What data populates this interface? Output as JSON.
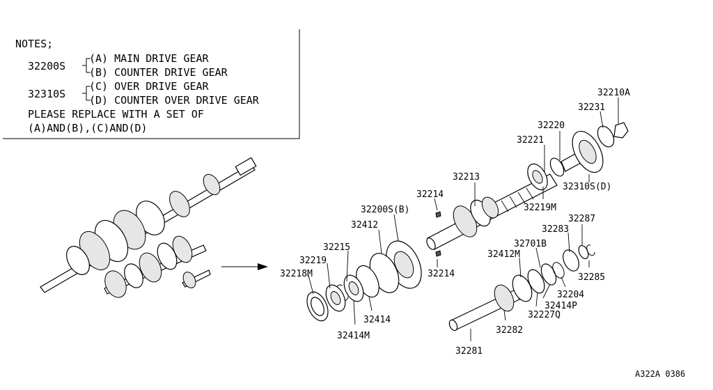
{
  "notes": {
    "heading": "NOTES;",
    "set1_code": "32200S",
    "set1_a": "(A) MAIN DRIVE GEAR",
    "set1_b": "(B) COUNTER DRIVE GEAR",
    "set2_code": "32310S",
    "set2_c": "(C) OVER DRIVE GEAR",
    "set2_d": "(D) COUNTER OVER DRIVE GEAR",
    "replace_line1": "PLEASE REPLACE WITH A SET OF",
    "replace_line2": "(A)AND(B),(C)AND(D)"
  },
  "parts": {
    "p32210A": "32210A",
    "p32231": "32231",
    "p32220": "32220",
    "p32221": "32221",
    "p32213": "32213",
    "p32310S_D": "32310S(D)",
    "p32214_top": "32214",
    "p32219M": "32219M",
    "p32200S_B": "32200S(B)",
    "p32412": "32412",
    "p32287": "32287",
    "p32283": "32283",
    "p32215": "32215",
    "p32701B": "32701B",
    "p32219": "32219",
    "p32412M": "32412M",
    "p32218M": "32218M",
    "p32214_bottom": "32214",
    "p32285": "32285",
    "p32204": "32204",
    "p32414P": "32414P",
    "p32227Q": "32227Q",
    "p32414": "32414",
    "p32414M": "32414M",
    "p32282": "32282",
    "p32281": "32281"
  },
  "figure_code": "A322A 0386"
}
